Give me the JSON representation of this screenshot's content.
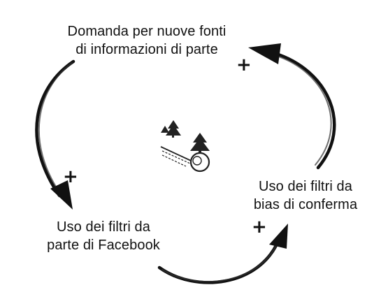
{
  "nodes": {
    "top": {
      "line1": "Domanda per nuove fonti",
      "line2": "di informazioni di parte"
    },
    "left": {
      "line1": "Uso dei filtri da",
      "line2": "parte di Facebook"
    },
    "right": {
      "line1": "Uso dei filtri da",
      "line2": "bias di conferma"
    }
  },
  "links": {
    "top_to_left": {
      "polarity": "+"
    },
    "left_to_right": {
      "polarity": "+"
    },
    "right_to_top": {
      "polarity": "+"
    }
  },
  "loop": {
    "icon": "reinforcing-loop-snowball-icon"
  },
  "colors": {
    "ink": "#111111",
    "background": "#ffffff"
  }
}
